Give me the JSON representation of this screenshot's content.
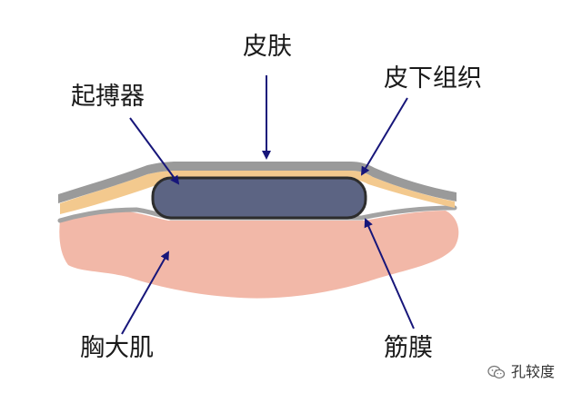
{
  "labels": {
    "skin": "皮肤",
    "pacemaker": "起搏器",
    "subcutaneous_tissue": "皮下组织",
    "pectoralis_major": "胸大肌",
    "fascia": "筋膜"
  },
  "watermark": {
    "author": "孔较度",
    "icon": "wechat-icon"
  },
  "colors": {
    "skin_layer": "#9a9a9a",
    "subcutaneous_layer": "#f3c98e",
    "pacemaker_fill": "#5c6483",
    "pacemaker_outline": "#2d2d2d",
    "muscle": "#f2b8a8",
    "fascia": "#9a9a9a",
    "arrow": "#17167a"
  }
}
